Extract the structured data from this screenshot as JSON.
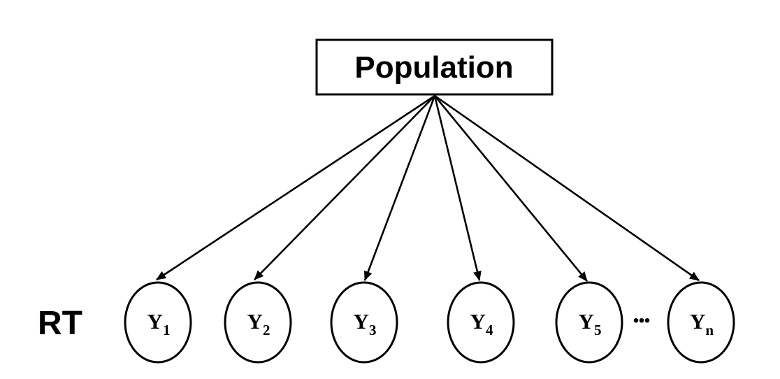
{
  "diagram": {
    "title_box": {
      "label": "Population"
    },
    "row_label": "RT",
    "ellipsis": "...",
    "nodes": [
      {
        "main": "Y",
        "sub": "1"
      },
      {
        "main": "Y",
        "sub": "2"
      },
      {
        "main": "Y",
        "sub": "3"
      },
      {
        "main": "Y",
        "sub": "4"
      },
      {
        "main": "Y",
        "sub": "5"
      },
      {
        "main": "Y",
        "sub": "n"
      }
    ],
    "colors": {
      "stroke": "#000000",
      "background": "#ffffff"
    }
  }
}
